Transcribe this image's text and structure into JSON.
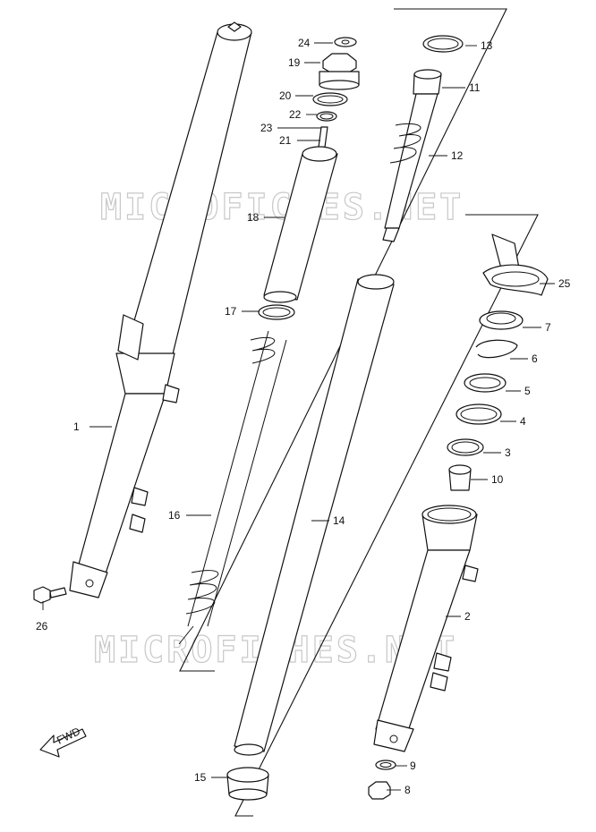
{
  "watermark": "MICROFICHES.NET",
  "fwd_label": "FWD",
  "callouts": {
    "p1": "1",
    "p2": "2",
    "p3": "3",
    "p4": "4",
    "p5": "5",
    "p6": "6",
    "p7": "7",
    "p8": "8",
    "p9": "9",
    "p10": "10",
    "p11": "11",
    "p12": "12",
    "p13": "13",
    "p14": "14",
    "p15": "15",
    "p16": "16",
    "p17": "17",
    "p18": "18",
    "p19": "19",
    "p20": "20",
    "p21": "21",
    "p22": "22",
    "p23": "23",
    "p24": "24",
    "p25": "25",
    "p26": "26"
  }
}
